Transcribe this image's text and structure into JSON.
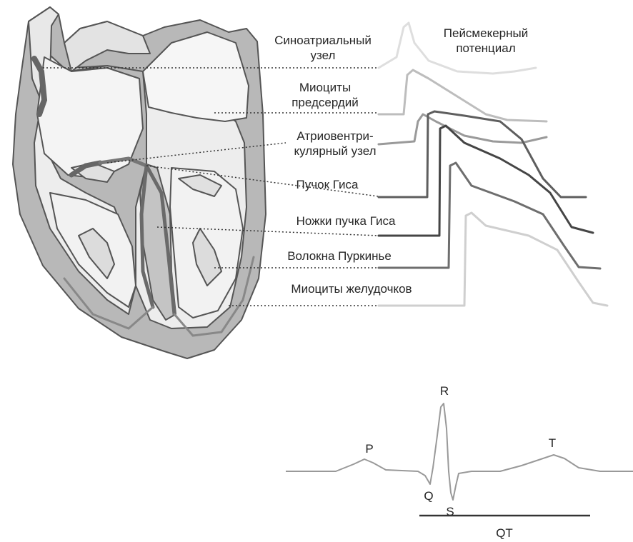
{
  "structures": [
    {
      "id": "sa",
      "lines": [
        "Синоатриальный",
        "узел"
      ]
    },
    {
      "id": "atrial",
      "lines": [
        "Миоциты",
        "предсердий"
      ]
    },
    {
      "id": "av",
      "lines": [
        "Атриовентри-",
        "кулярный узел"
      ]
    },
    {
      "id": "his",
      "lines": [
        "Пучок Гиса"
      ]
    },
    {
      "id": "branches",
      "lines": [
        "Ножки пучка Гиса"
      ]
    },
    {
      "id": "purkinje",
      "lines": [
        "Волокна Пуркинье"
      ]
    },
    {
      "id": "ventricular",
      "lines": [
        "Миоциты желудочков"
      ]
    }
  ],
  "pacemaker": {
    "lines": [
      "Пейсмекерный",
      "потенциал"
    ]
  },
  "trace_colors": [
    "#dedede",
    "#bdbdbd",
    "#9a9a9a",
    "#5e5e5e",
    "#454545",
    "#6e6e6e",
    "#cfcfcf"
  ],
  "ecg": {
    "wave_labels": {
      "P": "P",
      "Q": "Q",
      "R": "R",
      "S": "S",
      "T": "T"
    },
    "interval_label": "QT",
    "line_color": "#999999",
    "interval_color": "#333333"
  },
  "heart_colors": {
    "outline": "#555555",
    "wall": "#b4b4b4",
    "light": "#e6e6e6",
    "node": "#666666"
  }
}
